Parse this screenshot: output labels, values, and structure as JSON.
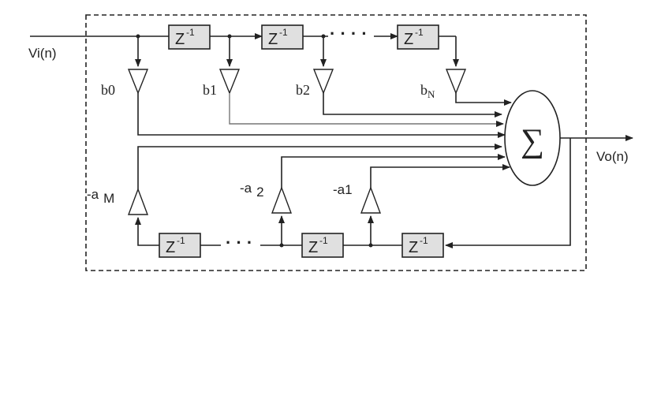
{
  "input_label": "Vi(n)",
  "output_label": "Vo(n)",
  "delay_label": "Z",
  "delay_exponent": "-1",
  "summer_symbol": "∑",
  "ellipsis": "· · · ·",
  "feedforward_gains": [
    "b0",
    "b1",
    "b2",
    "b"
  ],
  "feedforward_last_sub": "N",
  "feedback_gains": {
    "aM_main": "-a",
    "aM_sub": "M",
    "a2_main": "-a",
    "a2_sub": "2",
    "a1": "-a1"
  }
}
